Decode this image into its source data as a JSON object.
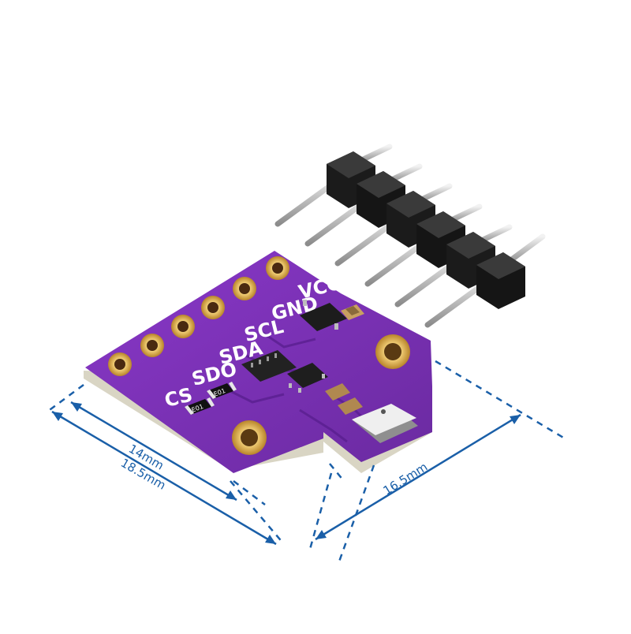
{
  "pins": [
    {
      "label": "VCC"
    },
    {
      "label": "GND"
    },
    {
      "label": "SCL"
    },
    {
      "label": "SDA"
    },
    {
      "label": "SDO"
    },
    {
      "label": "CS"
    }
  ],
  "chip_markings": {
    "regulator": "",
    "ic_array": "",
    "level_shifter": "",
    "resistor_1": "E01",
    "resistor_2": "E01"
  },
  "dimensions": {
    "width_inner": "14mm",
    "width_outer": "18.5mm",
    "height": "16.5mm"
  },
  "colors": {
    "pcb": "#7a2fb5",
    "pcb_dark": "#4d1a7a",
    "pcb_edge": "#d9d5c4",
    "gold": "#d9a441",
    "header_black": "#121212",
    "pin_silver": "#c9c9c9",
    "dimension_blue": "#1a5fa8"
  },
  "icons": [
    "sensor-chip-icon"
  ]
}
